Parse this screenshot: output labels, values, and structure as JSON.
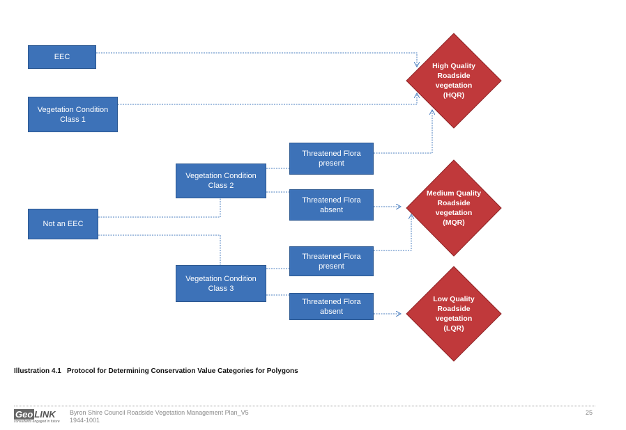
{
  "diagram": {
    "sources": {
      "eec": [
        "EEC"
      ],
      "vcc1": [
        "Vegetation Condition",
        "Class 1"
      ],
      "not_eec": [
        "Not an EEC"
      ],
      "vcc2": [
        "Vegetation Condition",
        "Class 2"
      ],
      "vcc3": [
        "Vegetation Condition",
        "Class 3"
      ],
      "tf2_present": [
        "Threatened Flora",
        "present"
      ],
      "tf2_absent": [
        "Threatened Flora",
        "absent"
      ],
      "tf3_present": [
        "Threatened Flora",
        "present"
      ],
      "tf3_absent": [
        "Threatened Flora",
        "absent"
      ]
    },
    "outcomes": {
      "hqr": [
        "High Quality",
        "Roadside",
        "vegetation",
        "(HQR)"
      ],
      "mqr": [
        "Medium Quality",
        "Roadside",
        "vegetation",
        "(MQR)"
      ],
      "lqr": [
        "Low Quality",
        "Roadside",
        "vegetation",
        "(LQR)"
      ]
    },
    "colors": {
      "box": "#3d72b8",
      "diamond": "#c0393b",
      "connector": "#4a7ebf"
    }
  },
  "caption": {
    "number": "Illustration 4.1",
    "title": "Protocol for Determining Conservation Value Categories for Polygons"
  },
  "footer": {
    "logo_geo": "Geo",
    "logo_link": "LINK",
    "logo_tagline": "consultants engaged in future",
    "doc_title": "Byron Shire Council Roadside Vegetation Management Plan_V5",
    "doc_ref": "1944-1001",
    "page_number": "25"
  }
}
